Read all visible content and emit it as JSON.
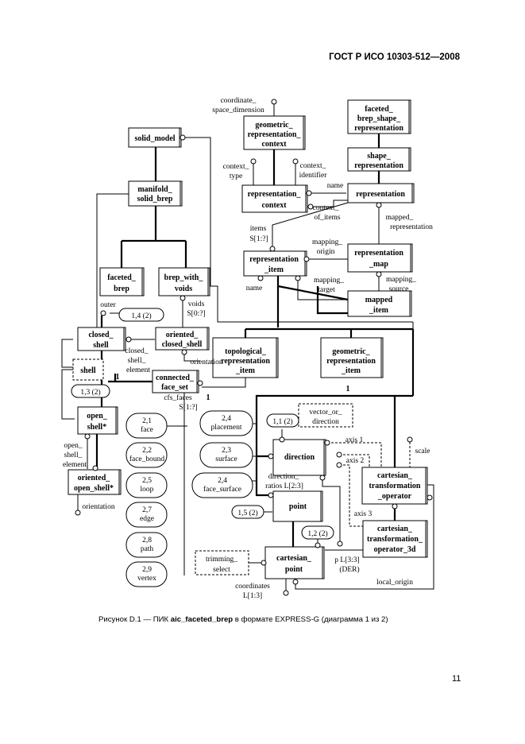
{
  "header": "ГОСТ Р ИСО 10303-512—2008",
  "caption": {
    "prefix": "Рисунок D.1 — ПИК ",
    "bold": "aic_faceted_brep",
    "suffix": " в формате EXPRESS-G (диаграмма 1 из 2)"
  },
  "page_number": "11",
  "entities": {
    "solid_model": [
      "solid_model"
    ],
    "geometric_representation_context": [
      "geometric_",
      "representation_",
      "context"
    ],
    "faceted_brep_shape_representation": [
      "faceted_",
      "brep_shape_",
      "representation"
    ],
    "shape_representation": [
      "shape_",
      "representation"
    ],
    "manifold_solid_brep": [
      "manifold_",
      "solid_brep"
    ],
    "representation_context": [
      "representation_",
      "context"
    ],
    "representation": [
      "representation"
    ],
    "representation_item": [
      "representation",
      "_item"
    ],
    "representation_map": [
      "representation",
      "_map"
    ],
    "faceted_brep": [
      "faceted_",
      "brep"
    ],
    "brep_with_voids": [
      "brep_with_",
      "voids"
    ],
    "mapped_item": [
      "mapped",
      "_item"
    ],
    "closed_shell": [
      "closed_",
      "shell"
    ],
    "oriented_closed_shell": [
      "oriented_",
      "closed_shell"
    ],
    "topological_representation_item": [
      "topological_",
      "representation",
      "_item"
    ],
    "geometric_representation_item": [
      "geometric_",
      "representation",
      "_item"
    ],
    "shell": [
      "shell"
    ],
    "connected_face_set": [
      "connected_",
      "face_set"
    ],
    "open_shell": [
      "open_",
      "shell*"
    ],
    "oriented_open_shell": [
      "oriented_",
      "open_shell*"
    ],
    "direction": [
      "direction"
    ],
    "point": [
      "point"
    ],
    "cartesian_transformation_operator": [
      "cartesian_",
      "transformation",
      "_operator"
    ],
    "cartesian_transformation_operator_3d": [
      "cartesian_",
      "transformation_",
      "operator_3d"
    ],
    "cartesian_point": [
      "cartesian_",
      "point"
    ]
  },
  "selects": {
    "vector_or_direction": [
      "vector_or_",
      "direction"
    ],
    "trimming_select": [
      "trimming_",
      "select"
    ]
  },
  "page_refs": {
    "r14": "1,4 (2)",
    "r13": "1,3 (2)",
    "r11": "1,1 (2)",
    "r15": "1,5 (2)",
    "r12": "1,2 (2)",
    "face": [
      "2,1",
      "face"
    ],
    "face_bound": [
      "2,2",
      "face_bound"
    ],
    "loop": [
      "2,5",
      "loop"
    ],
    "edge": [
      "2,7",
      "edge"
    ],
    "path": [
      "2,8",
      "path"
    ],
    "vertex": [
      "2,9",
      "vertex"
    ],
    "placement": [
      "2,4",
      "placement"
    ],
    "surface": [
      "2,3",
      "surface"
    ],
    "face_surface": [
      "2,4",
      "face_surface"
    ]
  },
  "attributes": {
    "coordinate_space_dimension": [
      "coordinate_",
      "space_dimension"
    ],
    "context_type": [
      "context_",
      "type"
    ],
    "context_identifier": [
      "context_",
      "identifier"
    ],
    "name_rep": "name",
    "context_of_items": [
      "context_",
      "of_items"
    ],
    "mapped_representation": [
      "mapped_",
      "representation"
    ],
    "items": [
      "items",
      "S[1:?]"
    ],
    "mapping_origin": [
      "mapping_",
      "origin"
    ],
    "name_item": "name",
    "mapping_target": [
      "mapping_",
      "target"
    ],
    "mapping_source": [
      "mapping_",
      "source"
    ],
    "outer": "outer",
    "voids": [
      "voids",
      "S[0:?]"
    ],
    "closed_shell_element": [
      "closed_",
      "shell_",
      "element"
    ],
    "orientation_1": "orientation",
    "cfs_faces": [
      "cfs_faces",
      "S[1:?]"
    ],
    "open_shell_element": [
      "open_",
      "shell_",
      "element"
    ],
    "orientation_2": "orientation",
    "axis1": "axis 1",
    "axis2": "axis 2",
    "axis3": "axis 3",
    "scale": "scale",
    "direction_ratios": [
      "direction_",
      "ratios L[2:3]"
    ],
    "p": [
      "p L[3:3]",
      "(DER)"
    ],
    "local_origin": "local_origin",
    "coordinates": [
      "coordinates",
      "L[1:3]"
    ]
  },
  "numbers": {
    "one_a": "1",
    "one_b": "1",
    "one_c": "1"
  }
}
